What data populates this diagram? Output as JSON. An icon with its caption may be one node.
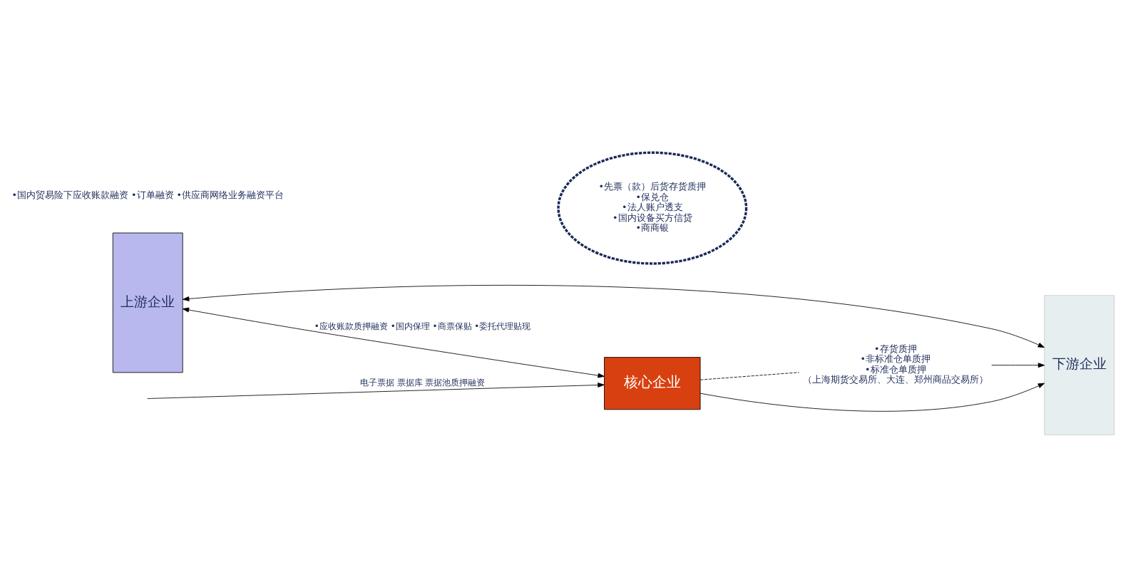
{
  "diagram": {
    "nodes": [
      {
        "text": [
          "上游企业"
        ]
      },
      {
        "text": [
          "核心企业"
        ]
      },
      {
        "text": [
          "•先票（款）后货存货质押",
          "•保兑仓",
          "•法人账户透支",
          "•国内设备买方信贷",
          "•商商银"
        ]
      },
      {
        "text": [
          "•存货质押",
          "•非标准仓单质押",
          "•标准仓单质押",
          "（上海期货交易所、大连、郑州商品交易所）"
        ]
      },
      {
        "text": [
          "下游企业"
        ]
      }
    ],
    "edges": [
      {
        "from": 0,
        "to": 1,
        "arrow": "both",
        "label": "•应收账款质押融资 •国内保理 •商票保贴 •委托代理贴现"
      },
      {
        "from": 1,
        "to": 4,
        "arrow": "to"
      },
      {
        "from": 1,
        "to": 3,
        "arrow": "none",
        "style": "dashed"
      },
      {
        "from": 3,
        "to": 4,
        "arrow": "to"
      },
      {
        "from": 0,
        "to": 4,
        "arrow": "both"
      },
      {
        "from": null,
        "to": 1,
        "arrow": "to",
        "label": "电子票据 票据库 票据池质押融资"
      }
    ],
    "labels": [
      "•国内贸易险下应收账款融资 •订单融资 •供应商网络业务融资平台"
    ]
  }
}
